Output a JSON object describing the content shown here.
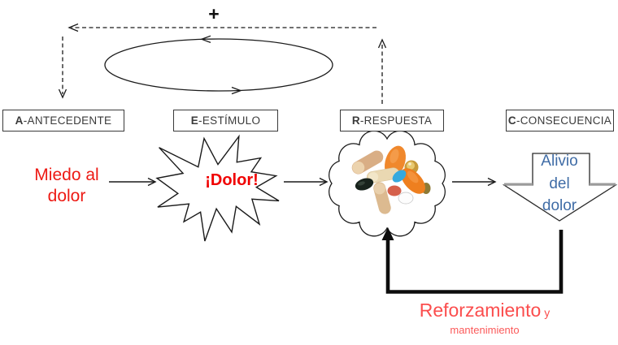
{
  "diagram": {
    "plus_sign": "+",
    "stages": [
      {
        "letter": "A",
        "rest": "-ANTECEDENTE"
      },
      {
        "letter": "E",
        "rest": "-ESTÍMULO"
      },
      {
        "letter": "R",
        "rest": "-RESPUESTA"
      },
      {
        "letter": "C",
        "rest": "-CONSECUENCIA"
      }
    ],
    "antecedent": {
      "line1": "Miedo al",
      "line2": "dolor"
    },
    "stimulus": {
      "burst_text": "¡Dolor!"
    },
    "consequence": {
      "line1": "Alivio",
      "line2": "del",
      "line3": "dolor"
    },
    "reinforcement": {
      "main": "Reforzamiento",
      "suffix": "y",
      "line2": "mantenimiento"
    },
    "icons": {
      "loop": "feedback-loop-ellipse",
      "burst": "explosion-burst-shape",
      "cloud": "thought-cloud-with-pills",
      "down_arrow": "block-down-arrow",
      "connector": "thick-return-arrow"
    },
    "pills": [
      {
        "name": "tan-capsule",
        "color": "#d9ae85"
      },
      {
        "name": "orange-pill-top",
        "color": "#f0882c"
      },
      {
        "name": "yellow-gel-pill",
        "color": "#c79a3b"
      },
      {
        "name": "cream-capsule",
        "color": "#ead8b2"
      },
      {
        "name": "blue-pill",
        "color": "#35a9de"
      },
      {
        "name": "orange-pill-large",
        "color": "#ee7f1f"
      },
      {
        "name": "black-pill",
        "color": "#18231c"
      },
      {
        "name": "red-pill",
        "color": "#d5604b"
      },
      {
        "name": "tan-capsule-vertical",
        "color": "#dcba90"
      },
      {
        "name": "white-pill",
        "color": "#fdfdfd"
      },
      {
        "name": "olive-pill",
        "color": "#8e7a35"
      }
    ],
    "colors": {
      "red_text": "#ed1a14",
      "burst_text_red": "#f00000",
      "soft_red": "#fb4d4d",
      "blue_text": "#3f6ca6",
      "box_text": "#3a3a3a",
      "line": "#1a1a1a",
      "shadow_gray": "#9b9b9b",
      "background": "#ffffff"
    }
  }
}
